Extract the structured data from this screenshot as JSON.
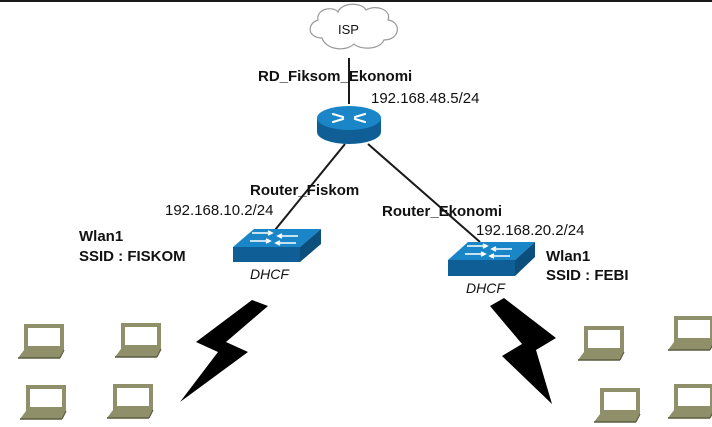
{
  "labels": {
    "isp": "ISP",
    "core_router_name": "RD_Fiksom_Ekonomi",
    "core_router_ip": "192.168.48.5/24",
    "router_fiskom_name": "Router_Fiskom",
    "router_fiskom_ip": "192.168.10.2/24",
    "router_ekonomi_name": "Router_Ekonomi",
    "router_ekonomi_ip": "192.168.20.2/24",
    "wlan_left_name": "Wlan1",
    "wlan_left_ssid": "SSID : FISKOM",
    "wlan_right_name": "Wlan1",
    "wlan_right_ssid": "SSID : FEBI",
    "dhcp_left": "DHCF",
    "dhcp_right": "DHCF"
  },
  "colors": {
    "device_blue": "#1a86c8",
    "device_dark": "#0f5f96",
    "laptop_fill": "#8f8f6a",
    "laptop_dark": "#5b5b40",
    "line": "#1a1a1a"
  }
}
